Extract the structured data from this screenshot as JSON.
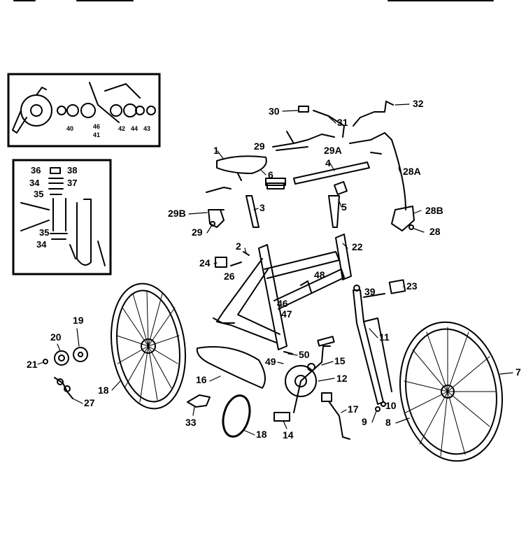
{
  "labels": {
    "l1": "1",
    "l2": "2",
    "l3": "3",
    "l4": "4",
    "l5": "5",
    "l6": "6",
    "l7": "7",
    "l8": "8",
    "l9": "9",
    "l10": "10",
    "l11": "11",
    "l12": "12",
    "l14": "14",
    "l15": "15",
    "l16": "16",
    "l17": "17",
    "l18a": "18",
    "l18b": "18",
    "l19": "19",
    "l20": "20",
    "l21": "21",
    "l22": "22",
    "l23": "23",
    "l24": "24",
    "l26": "26",
    "l27": "27",
    "l28": "28",
    "l28A": "28A",
    "l28B": "28B",
    "l29": "29",
    "l29a": "29",
    "l29A": "29A",
    "l29B": "29B",
    "l30": "30",
    "l31": "31",
    "l32": "32",
    "l33": "33",
    "l34a": "34",
    "l34b": "34",
    "l35a": "35",
    "l35b": "35",
    "l36": "36",
    "l37": "37",
    "l38": "38",
    "l39": "39",
    "l40": "40",
    "l41": "41",
    "l42": "42",
    "l43": "43",
    "l44": "44",
    "l46": "46",
    "l46b": "46",
    "l47": "47",
    "l48": "48",
    "l49": "49",
    "l50": "50"
  }
}
